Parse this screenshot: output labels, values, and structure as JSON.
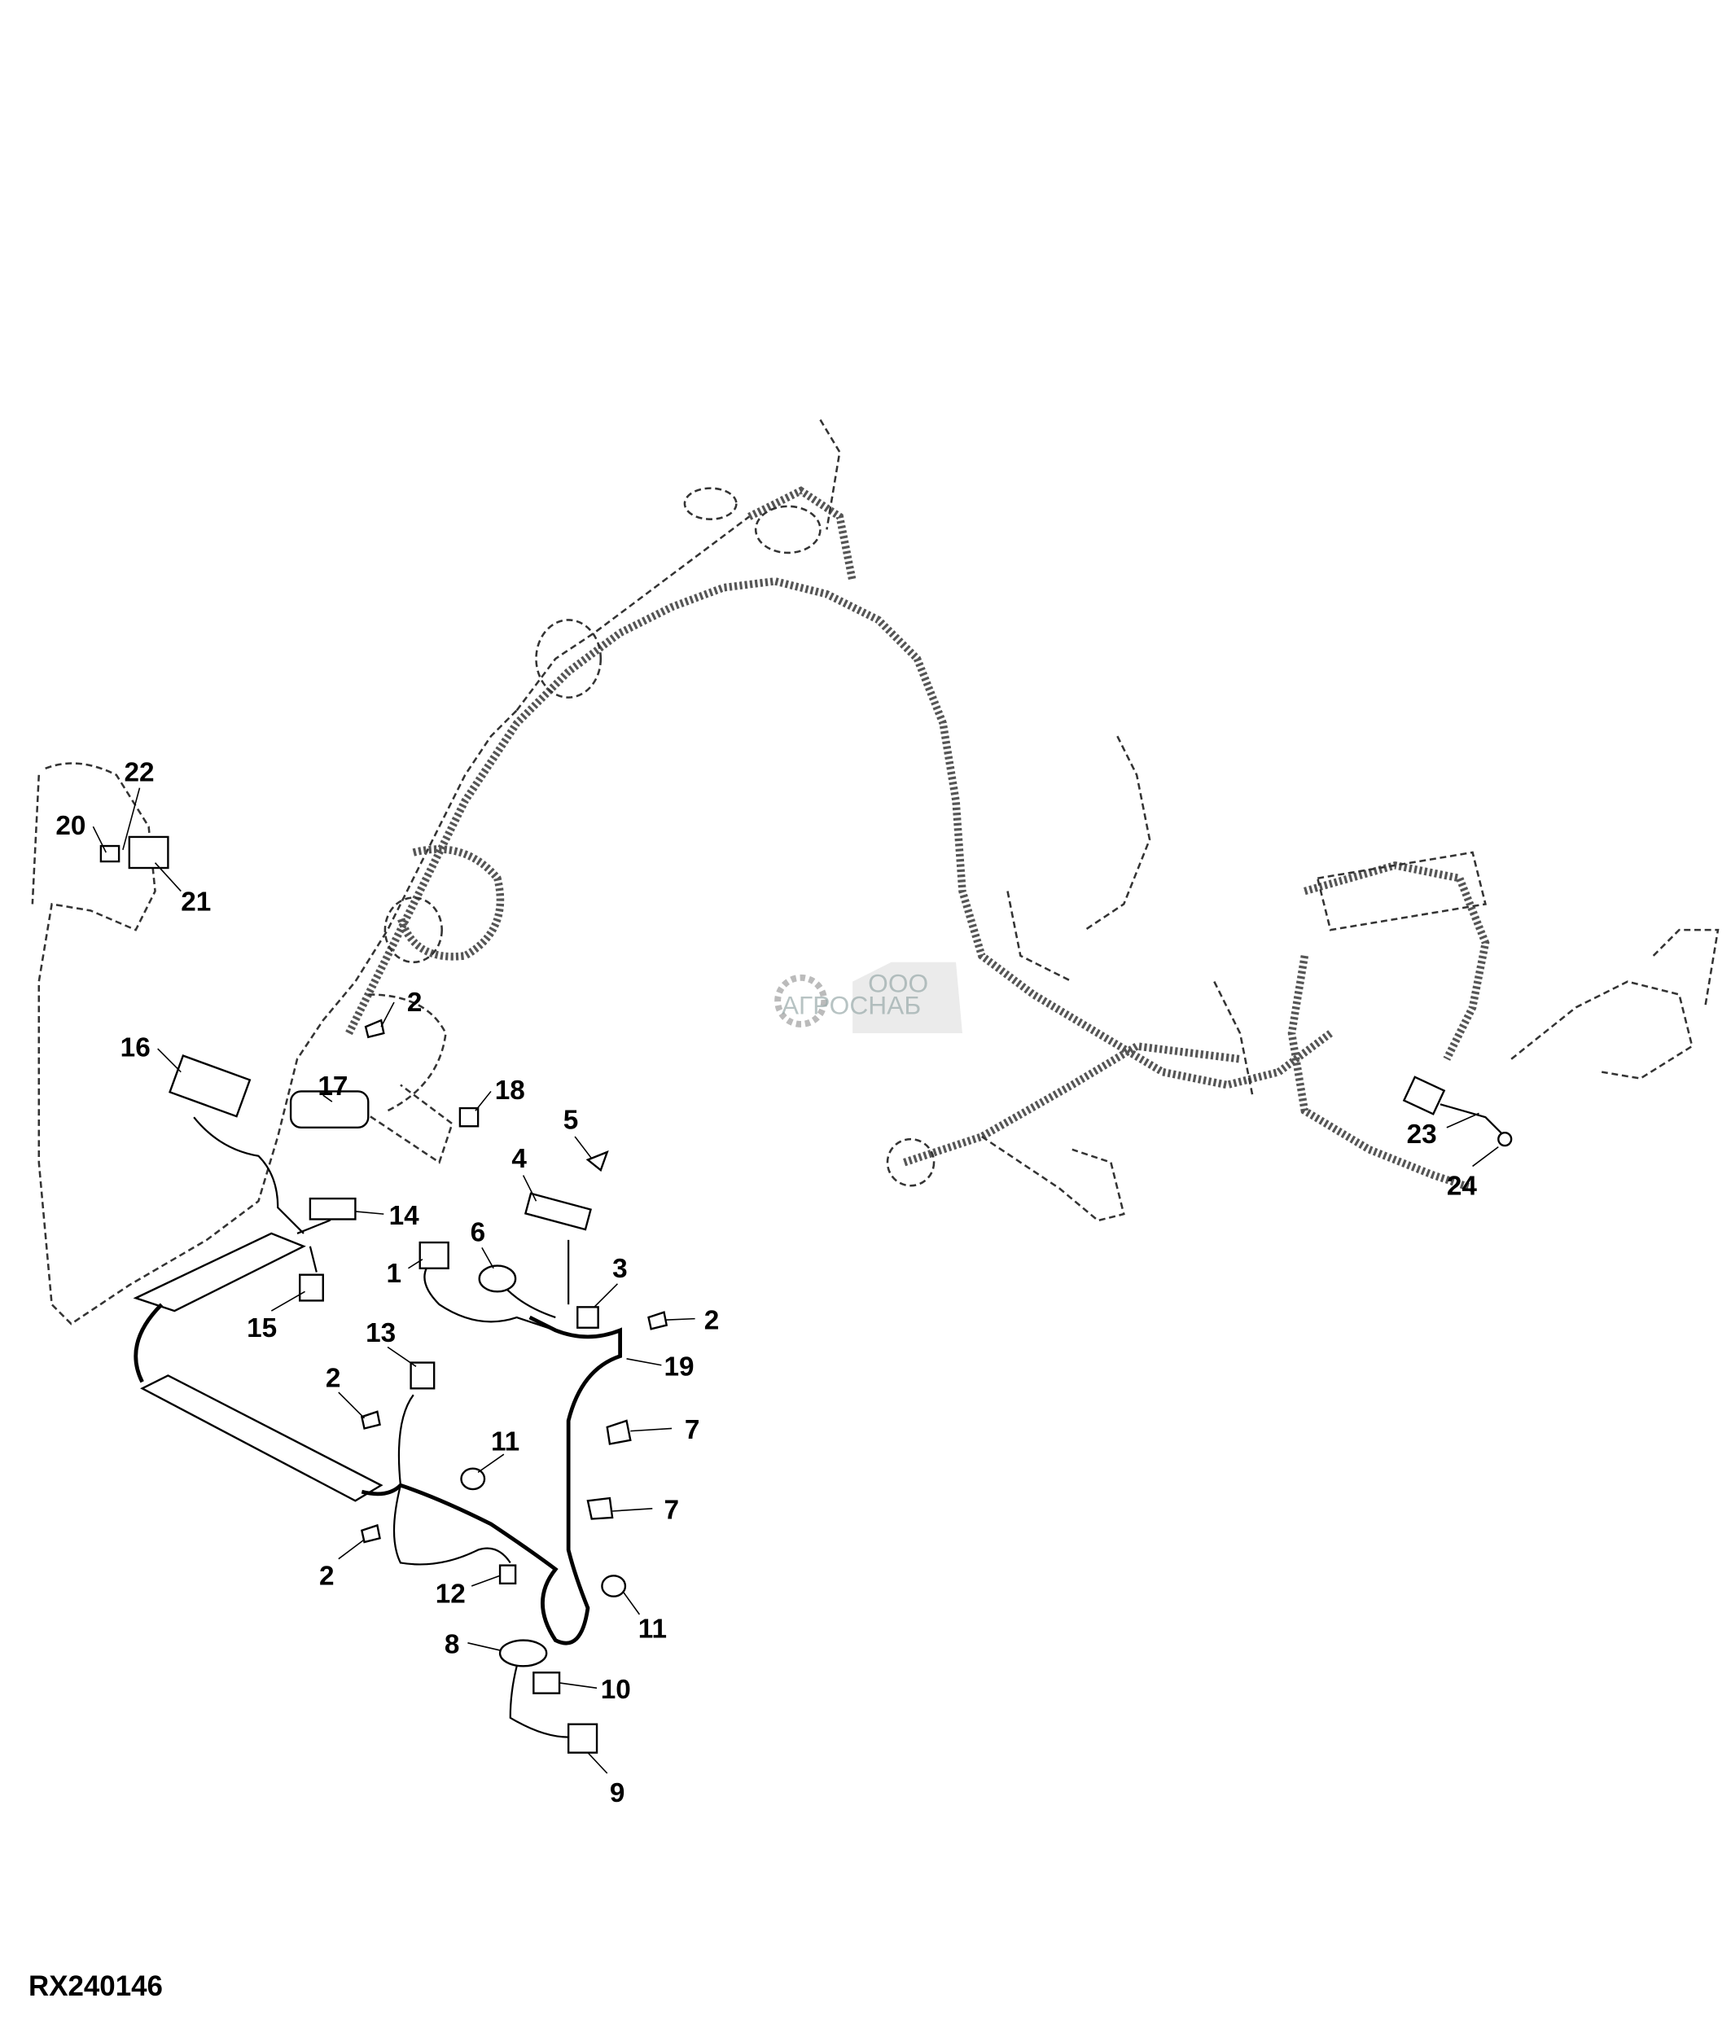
{
  "diagram": {
    "reference_code": "RX240146",
    "watermark": {
      "company_prefix": "ООО",
      "company_name": "АГРОСНАБ"
    },
    "callouts": [
      "1",
      "2",
      "3",
      "4",
      "5",
      "6",
      "7",
      "8",
      "9",
      "10",
      "11",
      "12",
      "13",
      "14",
      "15",
      "16",
      "17",
      "18",
      "19",
      "20",
      "21",
      "22",
      "23",
      "24"
    ]
  }
}
